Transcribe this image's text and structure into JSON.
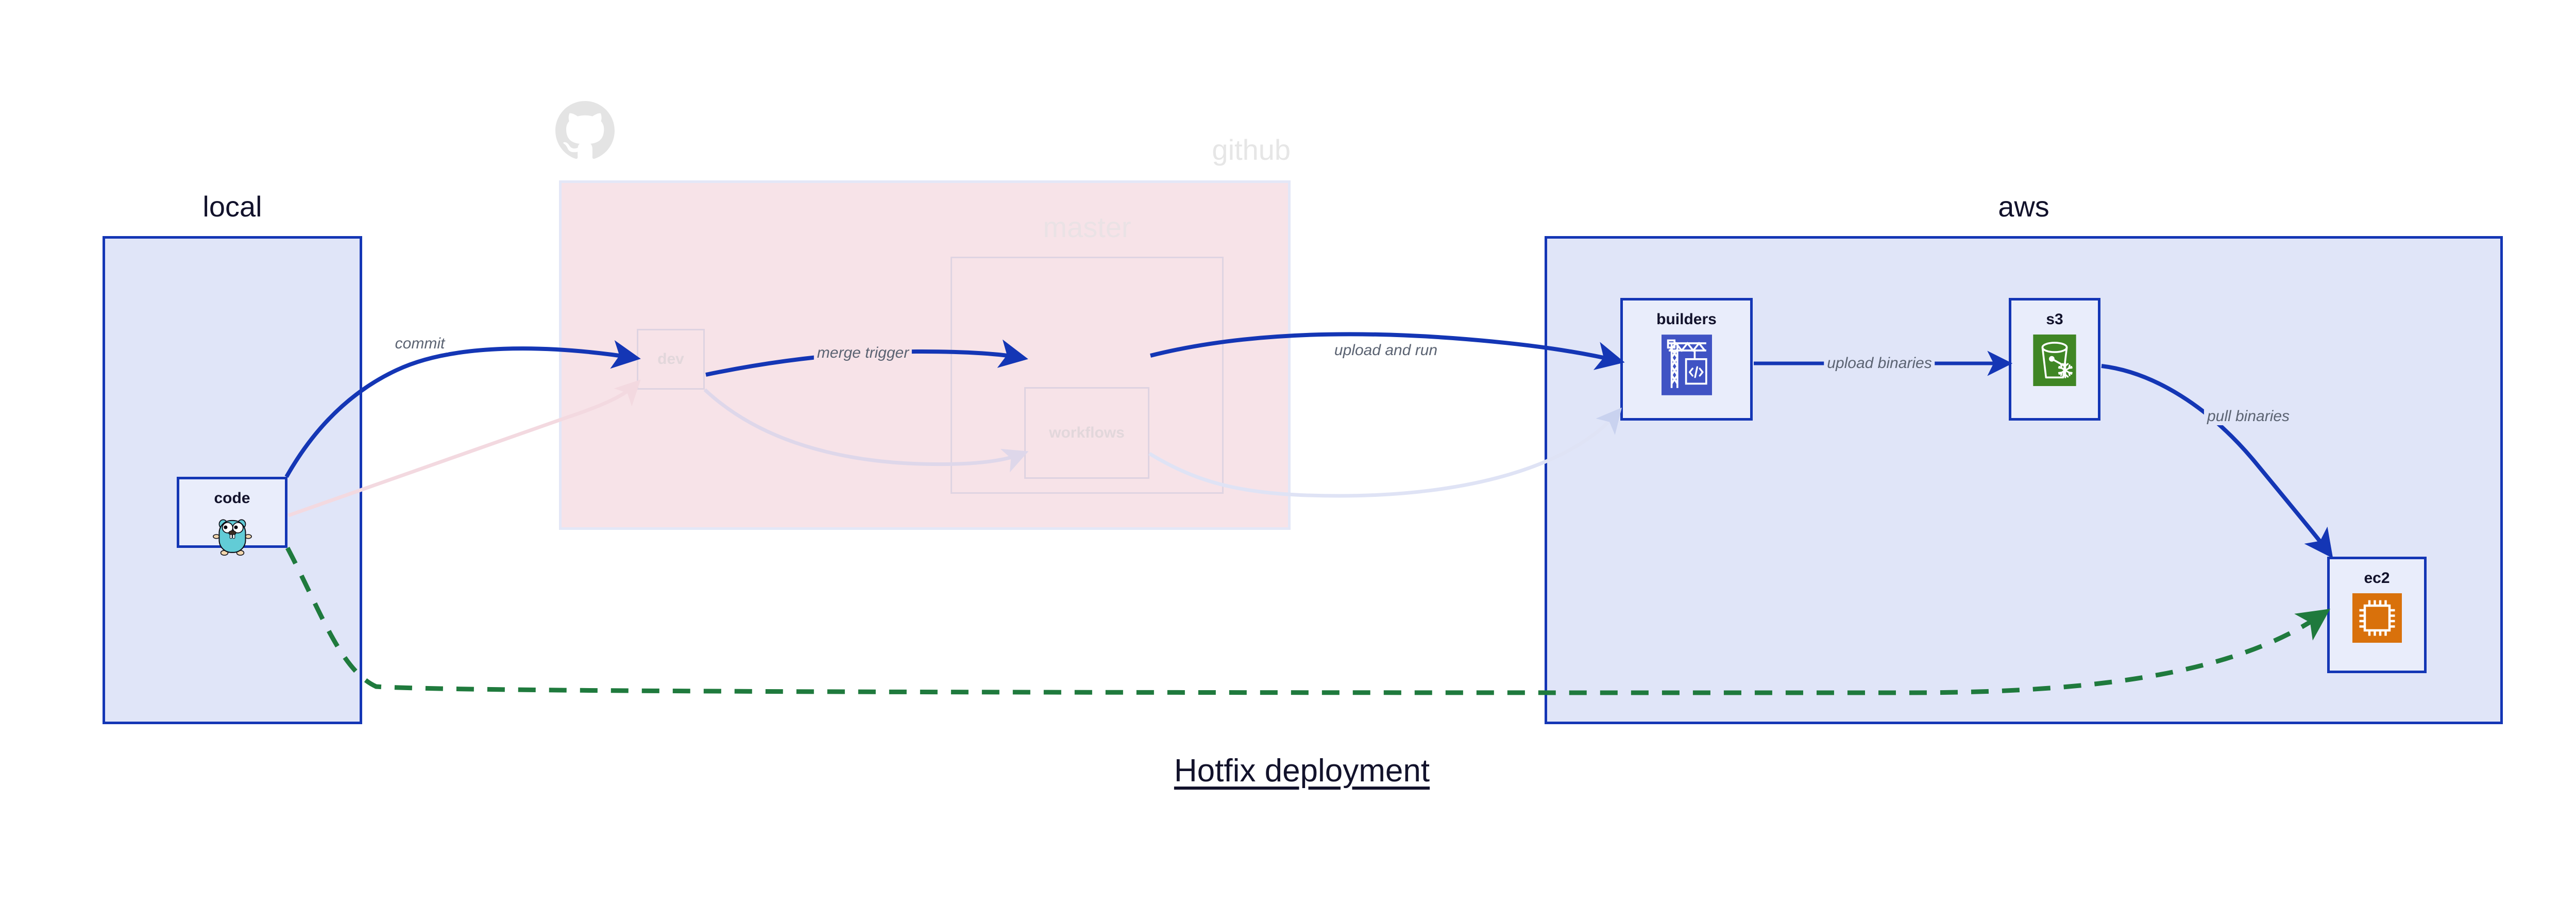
{
  "diagram": {
    "title": "Hotfix deployment",
    "background_color": "#ffffff"
  },
  "colors": {
    "cluster_solid_border": "#1436b5",
    "cluster_solid_fill": "#e0e5f8",
    "cluster_faded_fill": "#f7e3e8",
    "node_solid_fill": "#e9edfb",
    "edge_primary": "#1436b5",
    "edge_hotfix": "#1f7a3d",
    "edge_faded_pink": "#f7dde2",
    "edge_faded_blue": "#dfe3f5",
    "label_text": "#5b6372",
    "title_text": "#12122b",
    "gopher_cyan": "#62ccd6",
    "builders_blue": "#4053c4",
    "s3_green": "#3f8624",
    "ec2_orange": "#d9710b"
  },
  "clusters": [
    {
      "id": "local",
      "label": "local",
      "style": "solid",
      "nodes": [
        {
          "id": "code",
          "label": "code",
          "icon": "go-gopher-icon",
          "style": "solid"
        }
      ]
    },
    {
      "id": "github",
      "label": "github",
      "style": "faded",
      "logo": "github-octocat-icon",
      "nodes": [
        {
          "id": "dev",
          "label": "dev",
          "icon": "none",
          "style": "faded"
        }
      ],
      "subclusters": [
        {
          "id": "master",
          "label": "master",
          "nodes": [
            {
              "id": "workflows",
              "label": "workflows",
              "icon": "none",
              "style": "faded"
            }
          ]
        }
      ]
    },
    {
      "id": "aws",
      "label": "aws",
      "style": "solid",
      "nodes": [
        {
          "id": "builders",
          "label": "builders",
          "icon": "aws-codebuild-crane-icon",
          "style": "solid"
        },
        {
          "id": "s3",
          "label": "s3",
          "icon": "aws-s3-glacier-bucket-icon",
          "style": "solid"
        },
        {
          "id": "ec2",
          "label": "ec2",
          "icon": "aws-ec2-cpu-chip-icon",
          "style": "solid"
        }
      ]
    }
  ],
  "edges": [
    {
      "id": "commit",
      "from": "code",
      "to": "dev",
      "label": "commit",
      "style": "solid",
      "color": "#1436b5",
      "label_bg": "on-white"
    },
    {
      "id": "merge-trigger",
      "from": "dev",
      "to": "workflows",
      "label": "merge trigger",
      "style": "solid",
      "color": "#1436b5",
      "label_bg": "on-pink"
    },
    {
      "id": "upload-and-run",
      "from": "workflows",
      "to": "builders",
      "label": "upload and run",
      "style": "solid",
      "color": "#1436b5",
      "label_bg": "on-white"
    },
    {
      "id": "upload-binaries",
      "from": "builders",
      "to": "s3",
      "label": "upload binaries",
      "style": "solid",
      "color": "#1436b5",
      "label_bg": "on-blue"
    },
    {
      "id": "pull-binaries",
      "from": "s3",
      "to": "ec2",
      "label": "pull binaries",
      "style": "solid",
      "color": "#1436b5",
      "label_bg": "on-blue"
    },
    {
      "id": "hotfix",
      "from": "code",
      "to": "ec2",
      "label": "",
      "style": "dashed",
      "color": "#1f7a3d",
      "label_bg": "on-white"
    },
    {
      "id": "faded-code-dev",
      "from": "code",
      "to": "dev",
      "label": "",
      "style": "solid",
      "color": "#f7dde2",
      "label_bg": "on-white"
    },
    {
      "id": "faded-dev-workflows",
      "from": "dev",
      "to": "workflows",
      "label": "",
      "style": "solid",
      "color": "#e2dcee",
      "label_bg": "on-pink"
    },
    {
      "id": "faded-workflows-builders",
      "from": "workflows",
      "to": "builders",
      "label": "",
      "style": "solid",
      "color": "#dfe3f5",
      "label_bg": "on-white"
    }
  ]
}
